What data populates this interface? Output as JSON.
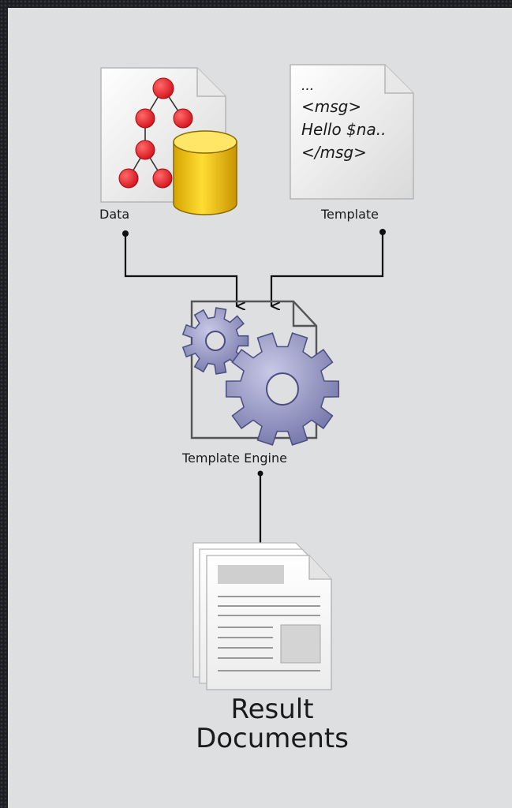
{
  "labels": {
    "data": "Data",
    "template": "Template",
    "engine": "Template Engine",
    "result_line1": "Result",
    "result_line2": "Documents"
  },
  "template_snippet": {
    "line1": "...",
    "line2": "<msg>",
    "line3": "Hello $na..",
    "line4": "</msg>"
  },
  "colors": {
    "panel": "#dedfe1",
    "node_red": "#e8202a",
    "cylinder_gold": "#f2c400",
    "gear_purple": "#8587b8",
    "arrow": "#111111"
  },
  "icons": {
    "data": "tree-database-icon",
    "template": "document-code-icon",
    "engine": "gears-icon",
    "result": "stacked-documents-icon"
  }
}
